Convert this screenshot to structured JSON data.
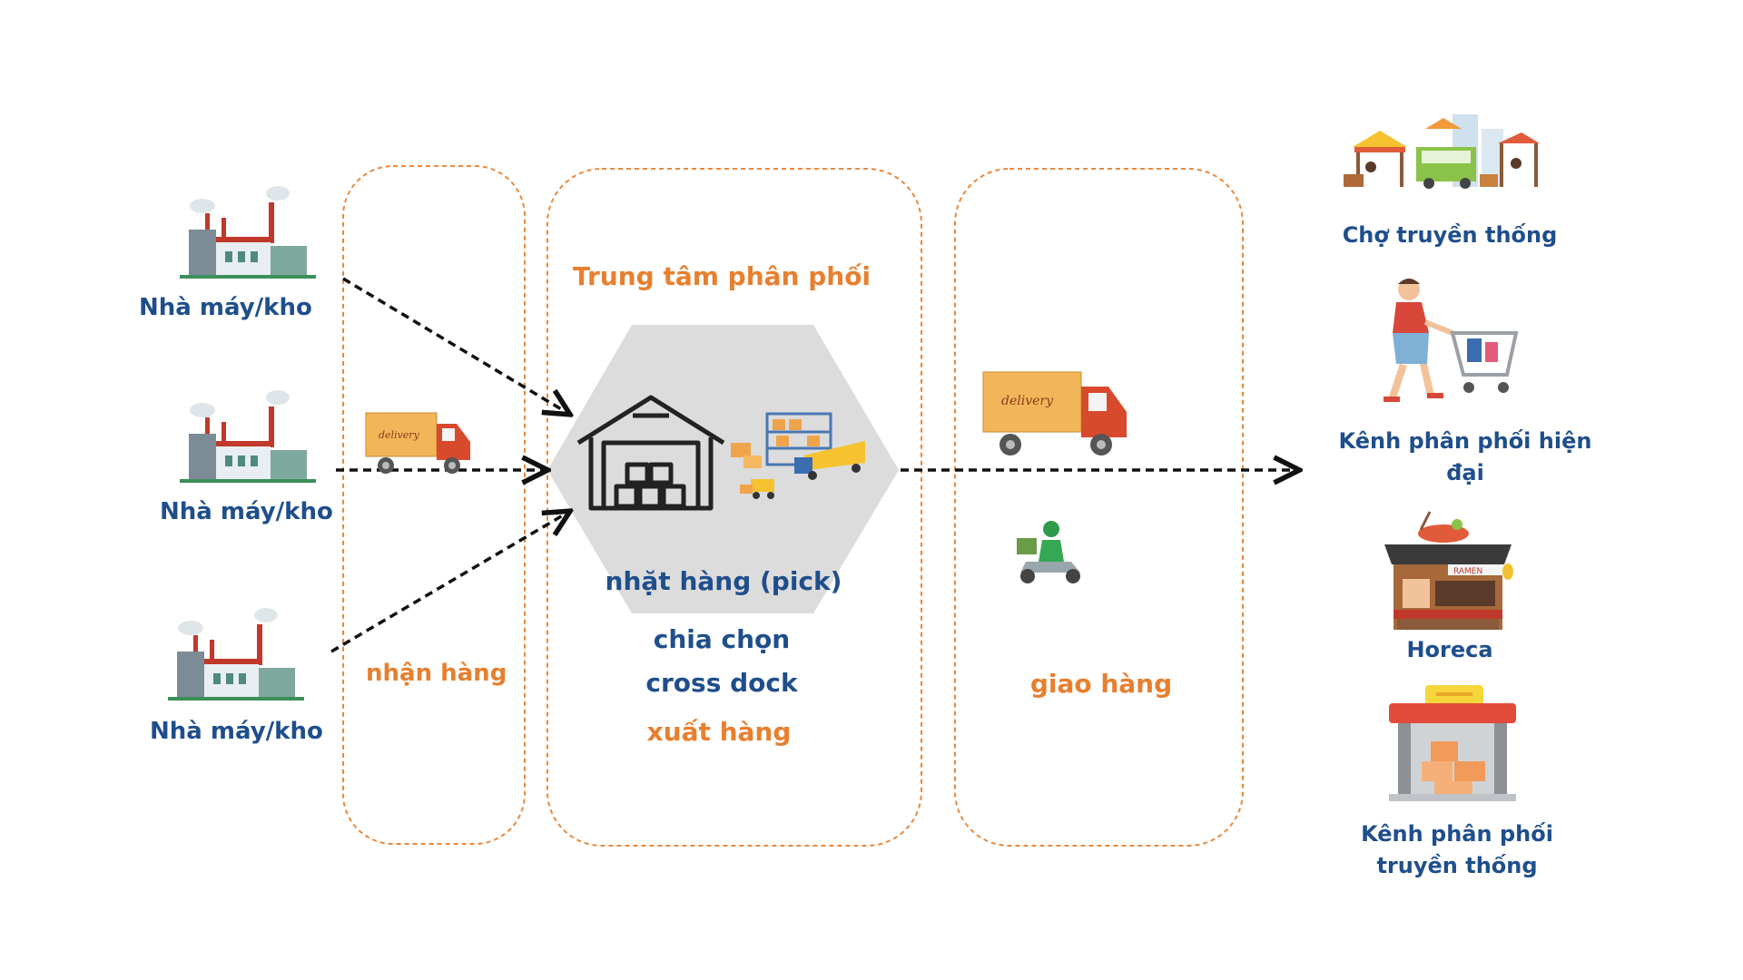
{
  "colors": {
    "label_blue": "#1f4e8c",
    "label_orange": "#e87f2e",
    "box_border": "#e8893e",
    "hexagon_fill": "#dcdcdc"
  },
  "sources": [
    {
      "label": "Nhà máy/kho",
      "icon": "factory-icon"
    },
    {
      "label": "Nhà máy/kho",
      "icon": "factory-icon"
    },
    {
      "label": "Nhà máy/kho",
      "icon": "factory-icon"
    }
  ],
  "stages": {
    "receiving": {
      "label": "nhận hàng",
      "icon": "delivery-truck-icon"
    },
    "distribution_center": {
      "title": "Trung tâm phân phối",
      "steps": [
        "nhặt hàng (pick)",
        "chia chọn",
        "cross dock",
        "xuất hàng"
      ],
      "icons": [
        "warehouse-icon",
        "forklift-shelves-icon"
      ]
    },
    "delivery": {
      "label": "giao hàng",
      "icons": [
        "delivery-truck-icon",
        "motorbike-courier-icon"
      ]
    }
  },
  "destinations": [
    {
      "label": "Chợ truyền thống",
      "icon": "market-stalls-icon"
    },
    {
      "label_line1": "Kênh phân phối hiện",
      "label_line2": "đại",
      "icon": "shopping-cart-icon"
    },
    {
      "label": "Horeca",
      "icon": "ramen-shop-icon"
    },
    {
      "label_line1": "Kênh phân phối",
      "label_line2": "truyền thống",
      "icon": "store-icon"
    }
  ],
  "truck_text": "delivery"
}
